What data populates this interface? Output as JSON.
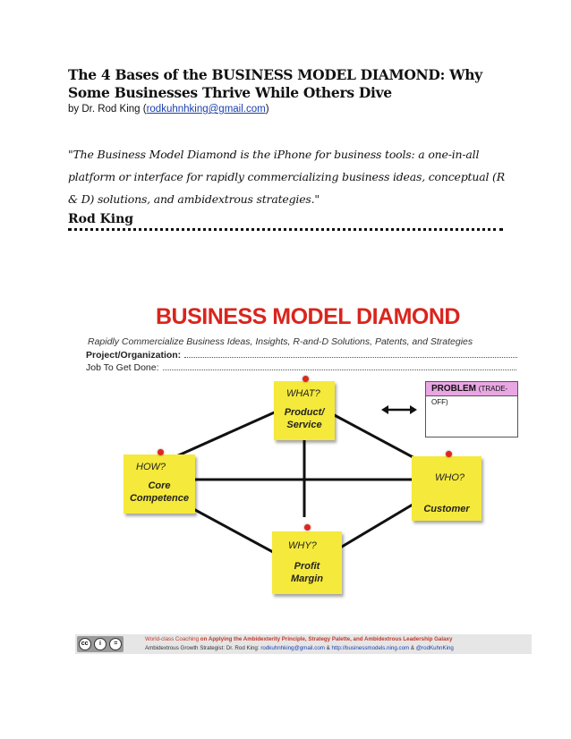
{
  "article": {
    "title": "The 4 Bases of the BUSINESS MODEL DIAMOND: Why Some Businesses Thrive While Others Dive",
    "byline_prefix": "by Dr. Rod King (",
    "byline_email": "rodkuhnhking@gmail.com",
    "byline_suffix": ")",
    "quote": "\"The Business Model Diamond is the iPhone for business tools: a one-in-all platform or interface for rapidly commercializing business ideas, conceptual (R & D) solutions, and ambidextrous strategies.\"",
    "author": "Rod King"
  },
  "figure": {
    "title": "BUSINESS MODEL DIAMOND",
    "subtitle": "Rapidly Commercialize Business Ideas, Insights, R-and-D Solutions, Patents, and Strategies",
    "project_label": "Project/Organization:",
    "job_label": "Job To Get Done:",
    "problem_label": "PROBLEM",
    "problem_note": "(TRADE-OFF)",
    "notes": {
      "what": {
        "question": "WHAT?",
        "content": "Product/\nService"
      },
      "how": {
        "question": "HOW?",
        "content": "Core\nCompetence"
      },
      "who": {
        "question": "WHO?",
        "content": "Customer"
      },
      "why": {
        "question": "WHY?",
        "content": "Profit\nMargin"
      }
    },
    "colors": {
      "title_red": "#d9251d",
      "note_yellow": "#f5e93b",
      "pin_red": "#e0261b",
      "problem_pink": "#e8a7e3"
    }
  },
  "footer": {
    "cc_labels": [
      "cc",
      "i",
      "="
    ],
    "line1_a": "World-class Coaching ",
    "line1_b": "on Applying the Ambidexterity Principle, Strategy Palette, and Ambidextrous Leadership Galaxy",
    "line2_a": "Ambidextrous Growth Strategist: Dr. Rod King: ",
    "line2_email": "rodkuhnhking@gmail.com",
    "line2_amp1": " & ",
    "line2_site": "http://businessmodels.ning.com",
    "line2_amp2": " & ",
    "line2_handle": "@rodKuhnKing"
  }
}
